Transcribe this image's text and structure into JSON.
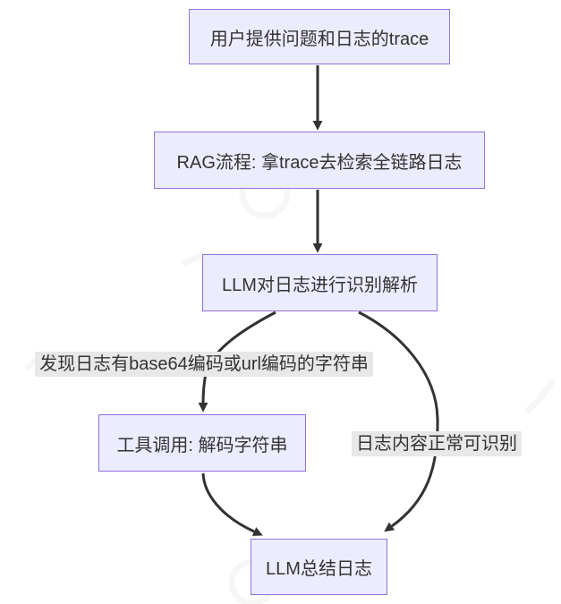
{
  "diagram": {
    "type": "flowchart",
    "direction": "top-down",
    "nodes": [
      {
        "id": "user-input",
        "label": "用户提供问题和日志的trace"
      },
      {
        "id": "rag-process",
        "label": "RAG流程: 拿trace去检索全链路日志"
      },
      {
        "id": "llm-parse",
        "label": "LLM对日志进行识别解析"
      },
      {
        "id": "tool-decode",
        "label": "工具调用: 解码字符串"
      },
      {
        "id": "llm-summary",
        "label": "LLM总结日志"
      }
    ],
    "edges": [
      {
        "from": "user-input",
        "to": "rag-process",
        "label": ""
      },
      {
        "from": "rag-process",
        "to": "llm-parse",
        "label": ""
      },
      {
        "from": "llm-parse",
        "to": "tool-decode",
        "label": "发现日志有base64编码或url编码的字符串"
      },
      {
        "from": "llm-parse",
        "to": "llm-summary",
        "label": "日志内容正常可识别"
      },
      {
        "from": "tool-decode",
        "to": "llm-summary",
        "label": ""
      }
    ],
    "colors": {
      "node_fill": "#ECECFF",
      "node_border": "#9370DB",
      "edge_line": "#333333",
      "edge_label_bg": "#E8E8E8",
      "text": "#333333",
      "background": "#FFFFFF"
    }
  }
}
